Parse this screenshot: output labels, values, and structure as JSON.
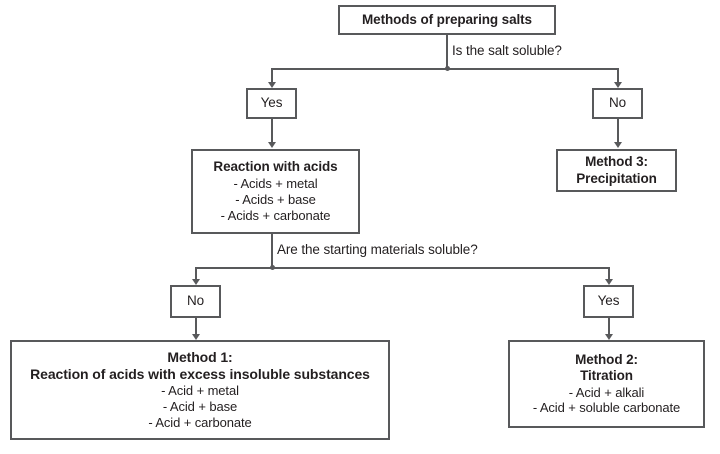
{
  "diagram": {
    "title": "Methods of preparing salts",
    "nodes": {
      "root": {
        "label": "Methods of preparing salts"
      },
      "yes_soluble": {
        "label": "Yes"
      },
      "no_soluble": {
        "label": "No"
      },
      "reaction_with_acids": {
        "title": "Reaction with acids",
        "lines": [
          "- Acids + metal",
          "- Acids + base",
          "- Acids + carbonate"
        ]
      },
      "method3": {
        "line1": "Method 3:",
        "line2": "Precipitation"
      },
      "no_starting": {
        "label": "No"
      },
      "yes_starting": {
        "label": "Yes"
      },
      "method1": {
        "line1": "Method 1:",
        "line2": "Reaction of acids with excess insoluble substances",
        "lines": [
          "- Acid + metal",
          "- Acid + base",
          "- Acid + carbonate"
        ]
      },
      "method2": {
        "line1": "Method 2:",
        "line2": "Titration",
        "lines": [
          "- Acid + alkali",
          "- Acid + soluble carbonate"
        ]
      }
    },
    "edge_labels": {
      "q1": "Is the salt soluble?",
      "q2": "Are the starting materials soluble?"
    },
    "colors": {
      "stroke": "#58595b",
      "text": "#231f20",
      "background": "#ffffff"
    }
  }
}
